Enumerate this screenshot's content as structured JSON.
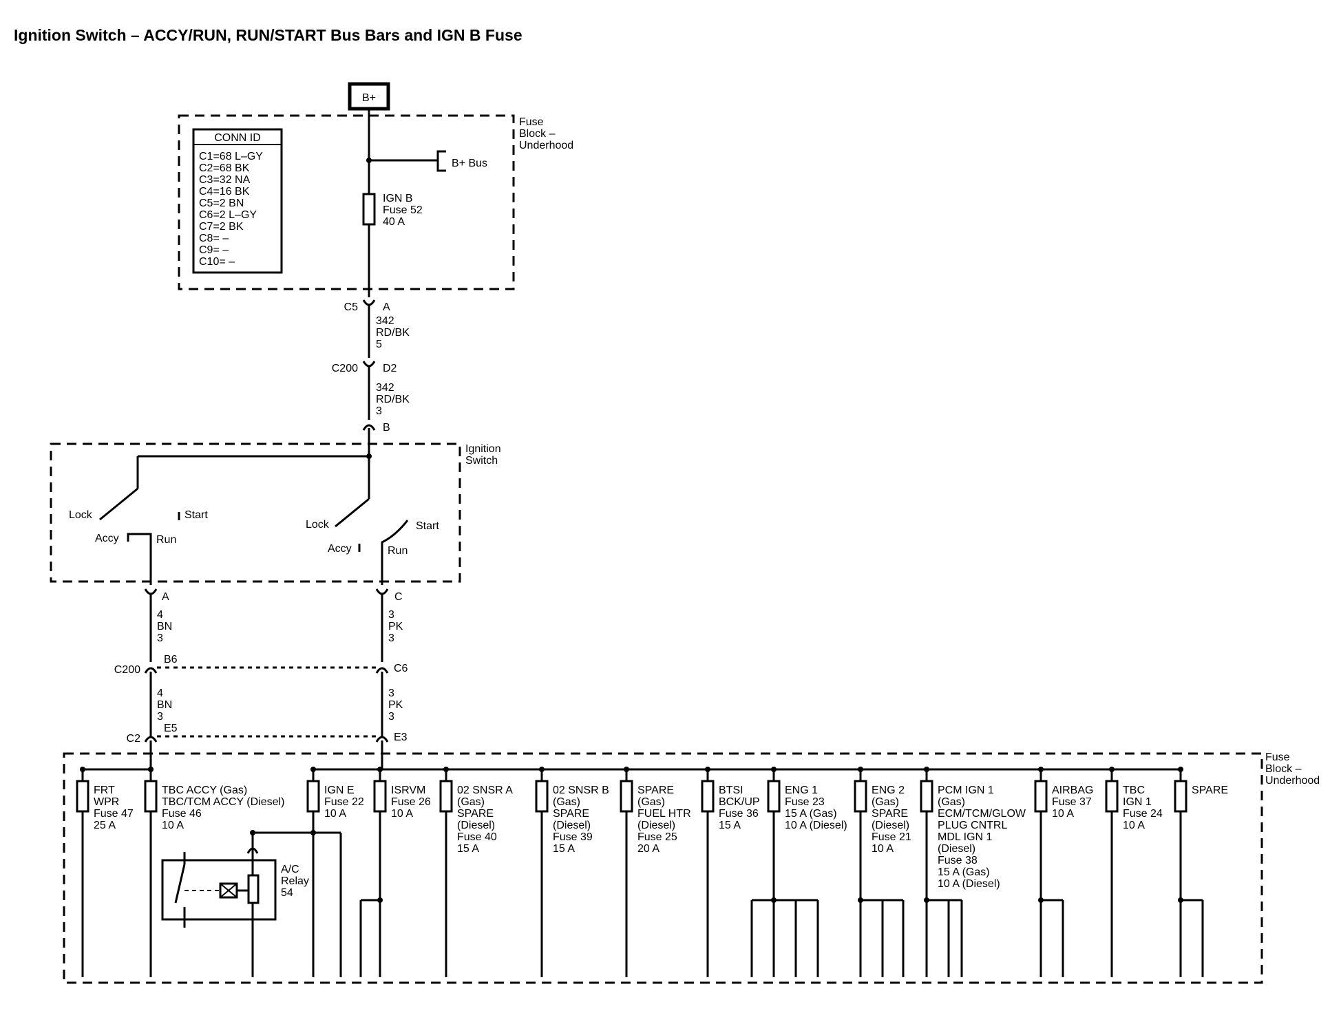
{
  "title": "Ignition Switch – ACCY/RUN, RUN/START Bus Bars and IGN B Fuse",
  "top": {
    "source": "B+",
    "fuse_block_label": [
      "Fuse",
      "Block –",
      "Underhood"
    ],
    "bplus_bus": "B+ Bus",
    "ign_b_fuse": [
      "IGN B",
      "Fuse 52",
      "40 A"
    ],
    "conn_id": {
      "header": "CONN ID",
      "rows": [
        "C1=68 L–GY",
        "C2=68 BK",
        "C3=32 NA",
        "C4=16 BK",
        "C5=2 BN",
        "C6=2 L–GY",
        "C7=2 BK",
        "C8= –",
        "C9= –",
        "C10= –"
      ]
    }
  },
  "feed": {
    "c5_conn": "C5",
    "c5_pin": "A",
    "wire1": [
      "342",
      "RD/BK",
      "5"
    ],
    "c200_conn": "C200",
    "c200_pin": "D2",
    "wire2": [
      "342",
      "RD/BK",
      "3"
    ],
    "switch_pin": "B"
  },
  "switch": {
    "label": [
      "Ignition",
      "Switch"
    ],
    "left": {
      "lock": "Lock",
      "start": "Start",
      "accy": "Accy",
      "run": "Run"
    },
    "right": {
      "lock": "Lock",
      "start": "Start",
      "accy": "Accy",
      "run": "Run"
    }
  },
  "outputs": {
    "left_pin_a": "A",
    "left_wire1": [
      "4",
      "BN",
      "3"
    ],
    "right_pin_c": "C",
    "right_wire1": [
      "3",
      "PK",
      "3"
    ],
    "c200_conn": "C200",
    "c200_left_pin": "B6",
    "c200_right_pin": "C6",
    "left_wire2": [
      "4",
      "BN",
      "3"
    ],
    "right_wire2": [
      "3",
      "PK",
      "3"
    ],
    "c2_conn": "C2",
    "c2_left_pin": "E5",
    "c2_right_pin": "E3"
  },
  "bottom": {
    "fuse_block_label": [
      "Fuse",
      "Block –",
      "Underhood"
    ],
    "relay": [
      "A/C",
      "Relay",
      "54"
    ],
    "fuses": [
      {
        "lines": [
          "FRT",
          "WPR",
          "Fuse 47",
          "25 A"
        ]
      },
      {
        "lines": [
          "TBC ACCY (Gas)",
          "TBC/TCM ACCY (Diesel)",
          "Fuse 46",
          "10 A"
        ]
      },
      {
        "lines": [
          "IGN E",
          "Fuse 22",
          "10 A"
        ]
      },
      {
        "lines": [
          "ISRVM",
          "Fuse 26",
          "10 A"
        ]
      },
      {
        "lines": [
          "02 SNSR A",
          "(Gas)",
          "SPARE",
          "(Diesel)",
          "Fuse 40",
          "15 A"
        ]
      },
      {
        "lines": [
          "02 SNSR B",
          "(Gas)",
          "SPARE",
          "(Diesel)",
          "Fuse 39",
          "15 A"
        ]
      },
      {
        "lines": [
          "SPARE",
          "(Gas)",
          "FUEL HTR",
          "(Diesel)",
          "Fuse 25",
          "20 A"
        ]
      },
      {
        "lines": [
          "BTSI",
          "BCK/UP",
          "Fuse 36",
          "15 A"
        ]
      },
      {
        "lines": [
          "ENG 1",
          "Fuse 23",
          "15 A (Gas)",
          "10 A (Diesel)"
        ]
      },
      {
        "lines": [
          "ENG 2",
          "(Gas)",
          "SPARE",
          "(Diesel)",
          "Fuse 21",
          "10 A"
        ]
      },
      {
        "lines": [
          "PCM IGN 1",
          "(Gas)",
          "ECM/TCM/GLOW",
          "PLUG CNTRL",
          "MDL IGN 1",
          "(Diesel)",
          "Fuse 38",
          "15 A (Gas)",
          "10 A (Diesel)"
        ]
      },
      {
        "lines": [
          "AIRBAG",
          "Fuse 37",
          "10 A"
        ]
      },
      {
        "lines": [
          "TBC",
          "IGN 1",
          "Fuse 24",
          "10 A"
        ]
      },
      {
        "lines": [
          "SPARE"
        ]
      }
    ]
  }
}
